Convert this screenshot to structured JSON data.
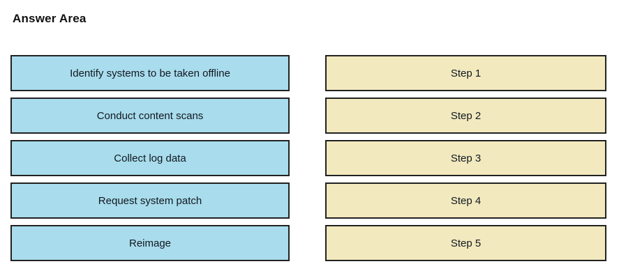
{
  "title": "Answer Area",
  "colors": {
    "source_fill": "#A9DCEC",
    "target_fill": "#F2E9BE",
    "border": "#222222",
    "text": "#101820"
  },
  "source_items": [
    {
      "label": "Identify systems to be taken offline"
    },
    {
      "label": "Conduct content scans"
    },
    {
      "label": "Collect log data"
    },
    {
      "label": "Request system patch"
    },
    {
      "label": "Reimage"
    }
  ],
  "target_items": [
    {
      "label": "Step 1"
    },
    {
      "label": "Step 2"
    },
    {
      "label": "Step 3"
    },
    {
      "label": "Step 4"
    },
    {
      "label": "Step 5"
    }
  ]
}
